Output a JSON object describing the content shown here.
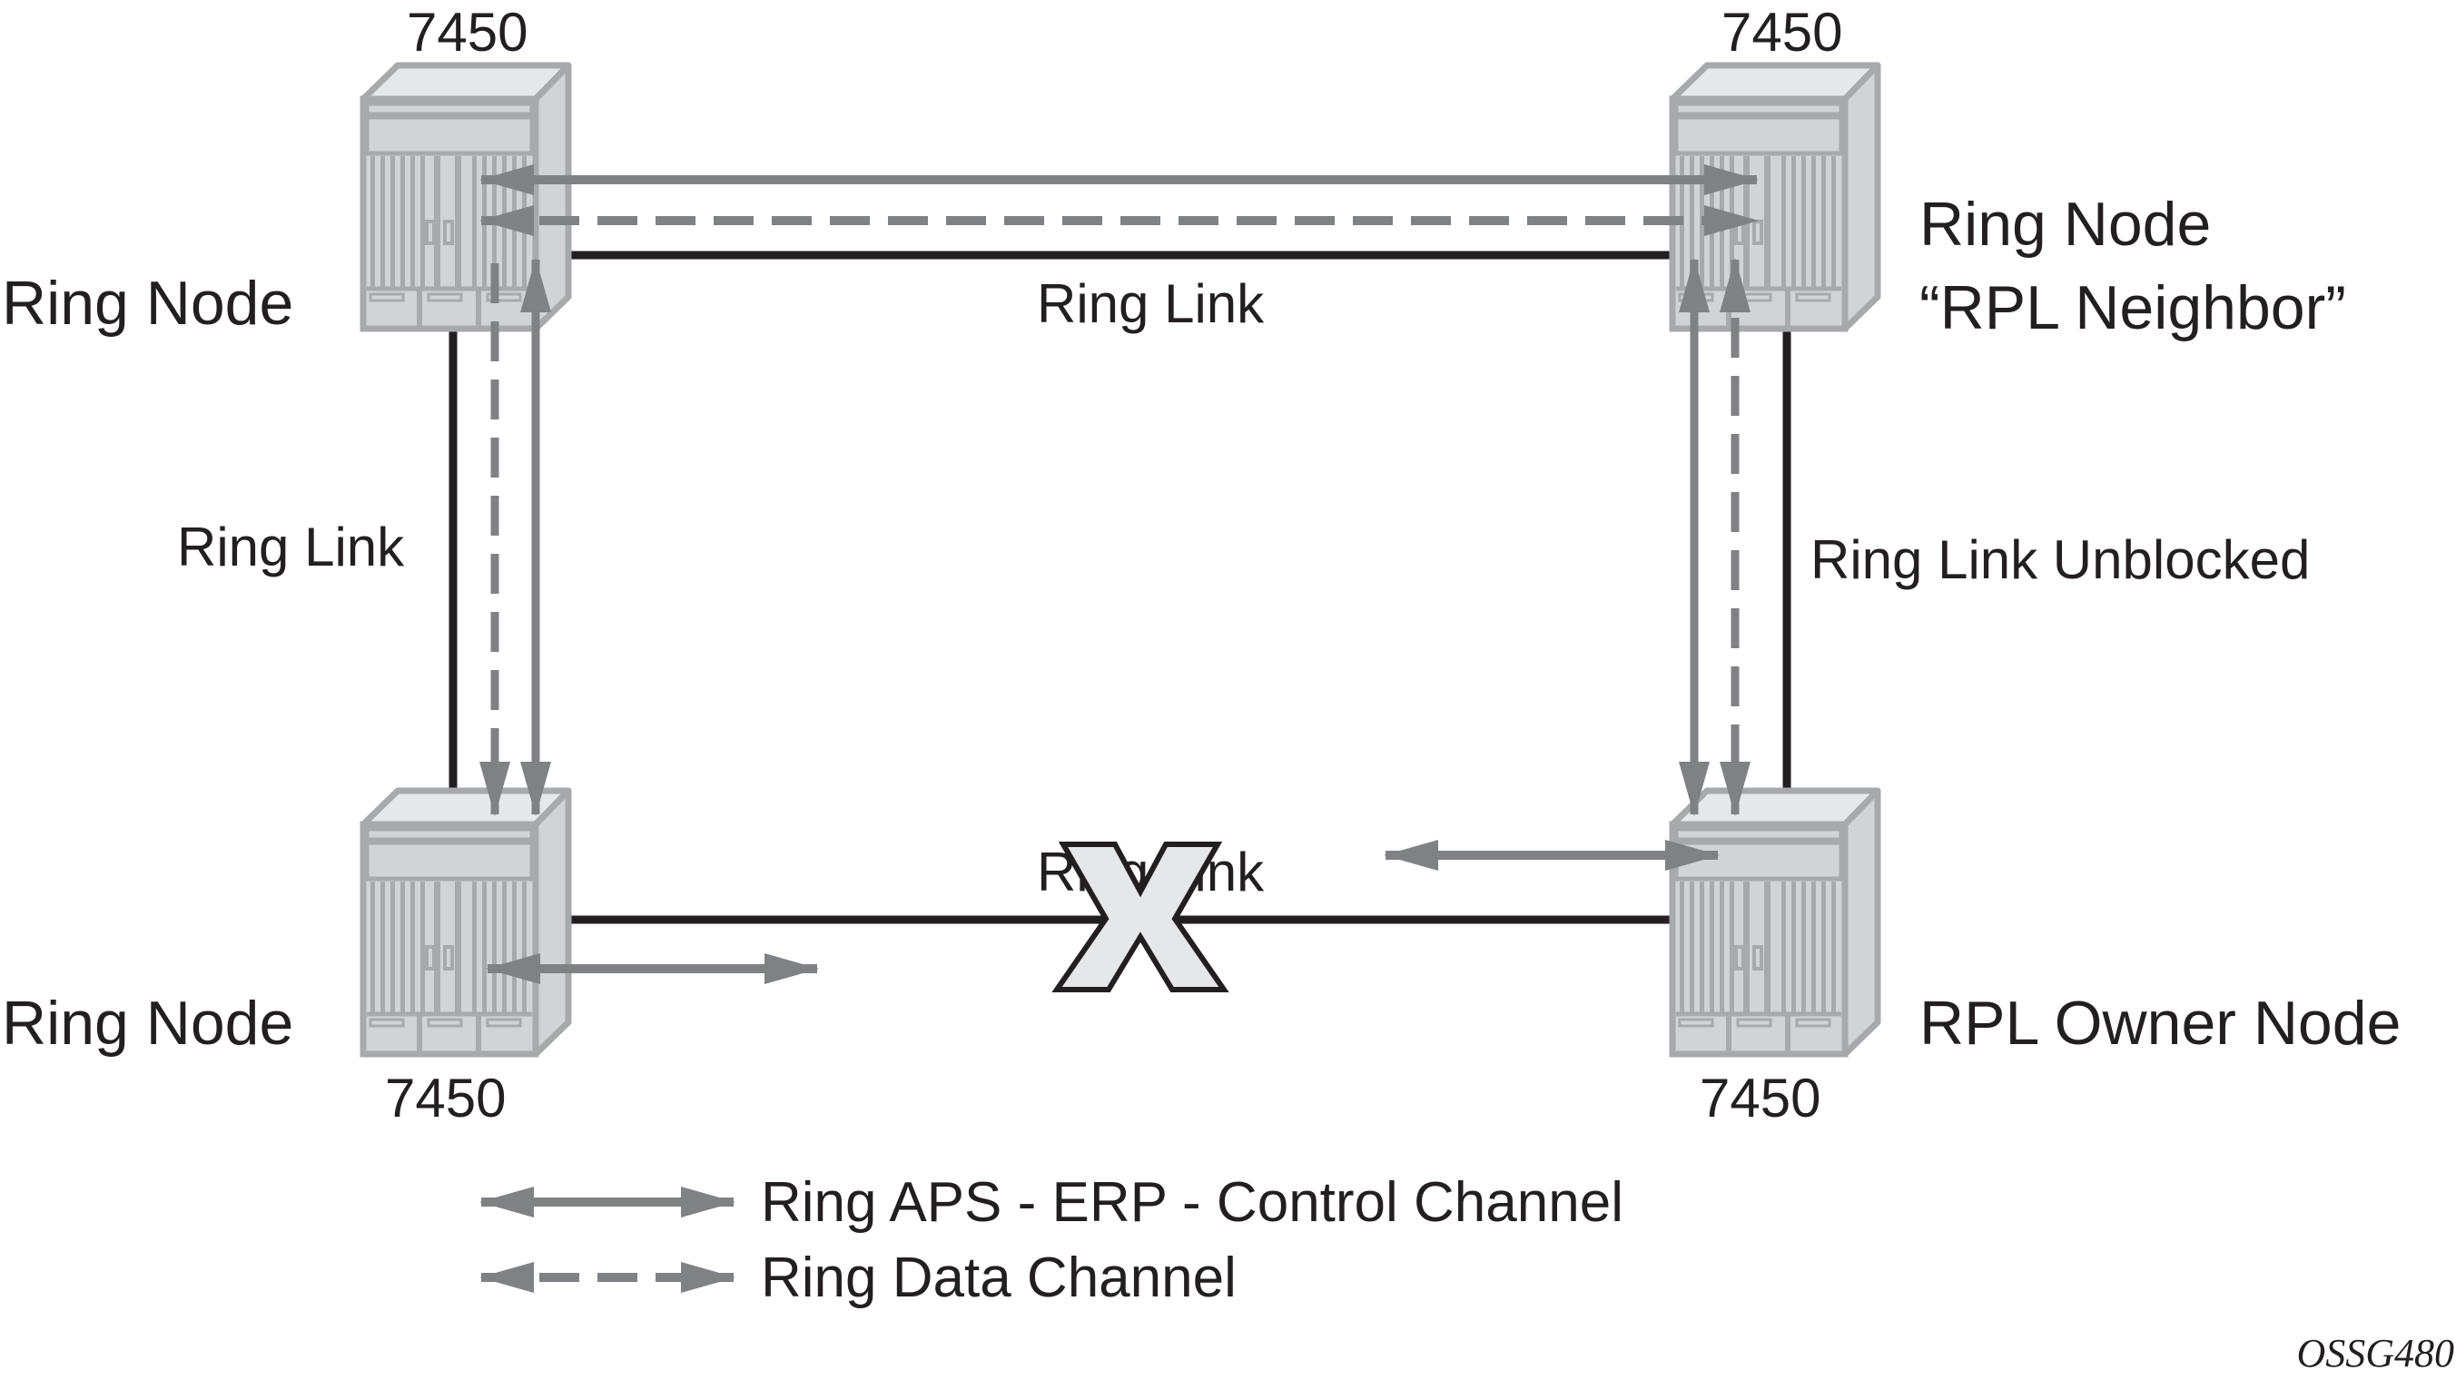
{
  "diagram": {
    "title": "Ethernet Ring Protection - RPL link unblocked after ring link failure",
    "nodes": [
      {
        "id": "top-left",
        "model": "7450",
        "label_lines": [
          "Ring Node"
        ]
      },
      {
        "id": "top-right",
        "model": "7450",
        "label_lines": [
          "Ring Node",
          "“RPL Neighbor”"
        ]
      },
      {
        "id": "bottom-left",
        "model": "7450",
        "label_lines": [
          "Ring Node"
        ]
      },
      {
        "id": "bottom-right",
        "model": "7450",
        "label_lines": [
          "RPL Owner Node"
        ]
      }
    ],
    "links": [
      {
        "id": "top",
        "from": "top-left",
        "to": "top-right",
        "label": "Ring Link",
        "state": "up"
      },
      {
        "id": "left",
        "from": "top-left",
        "to": "bottom-left",
        "label": "Ring Link",
        "state": "up"
      },
      {
        "id": "right",
        "from": "top-right",
        "to": "bottom-right",
        "label": "Ring Link Unblocked",
        "state": "unblocked"
      },
      {
        "id": "bottom",
        "from": "bottom-left",
        "to": "bottom-right",
        "label": "Ring Link",
        "state": "failed"
      }
    ],
    "failure_marker": "X",
    "legend": [
      {
        "style": "solid",
        "label": "Ring APS - ERP - Control Channel"
      },
      {
        "style": "dashed",
        "label": "Ring Data Channel"
      }
    ],
    "figure_id": "OSSG480",
    "colors": {
      "link": "#231f20",
      "channel_arrow": "#808184",
      "switch_outline": "#a7a9ac",
      "switch_fill": "#d1d3d4",
      "switch_top": "#e6e7e8",
      "x_fill": "#e6e7e8"
    }
  }
}
